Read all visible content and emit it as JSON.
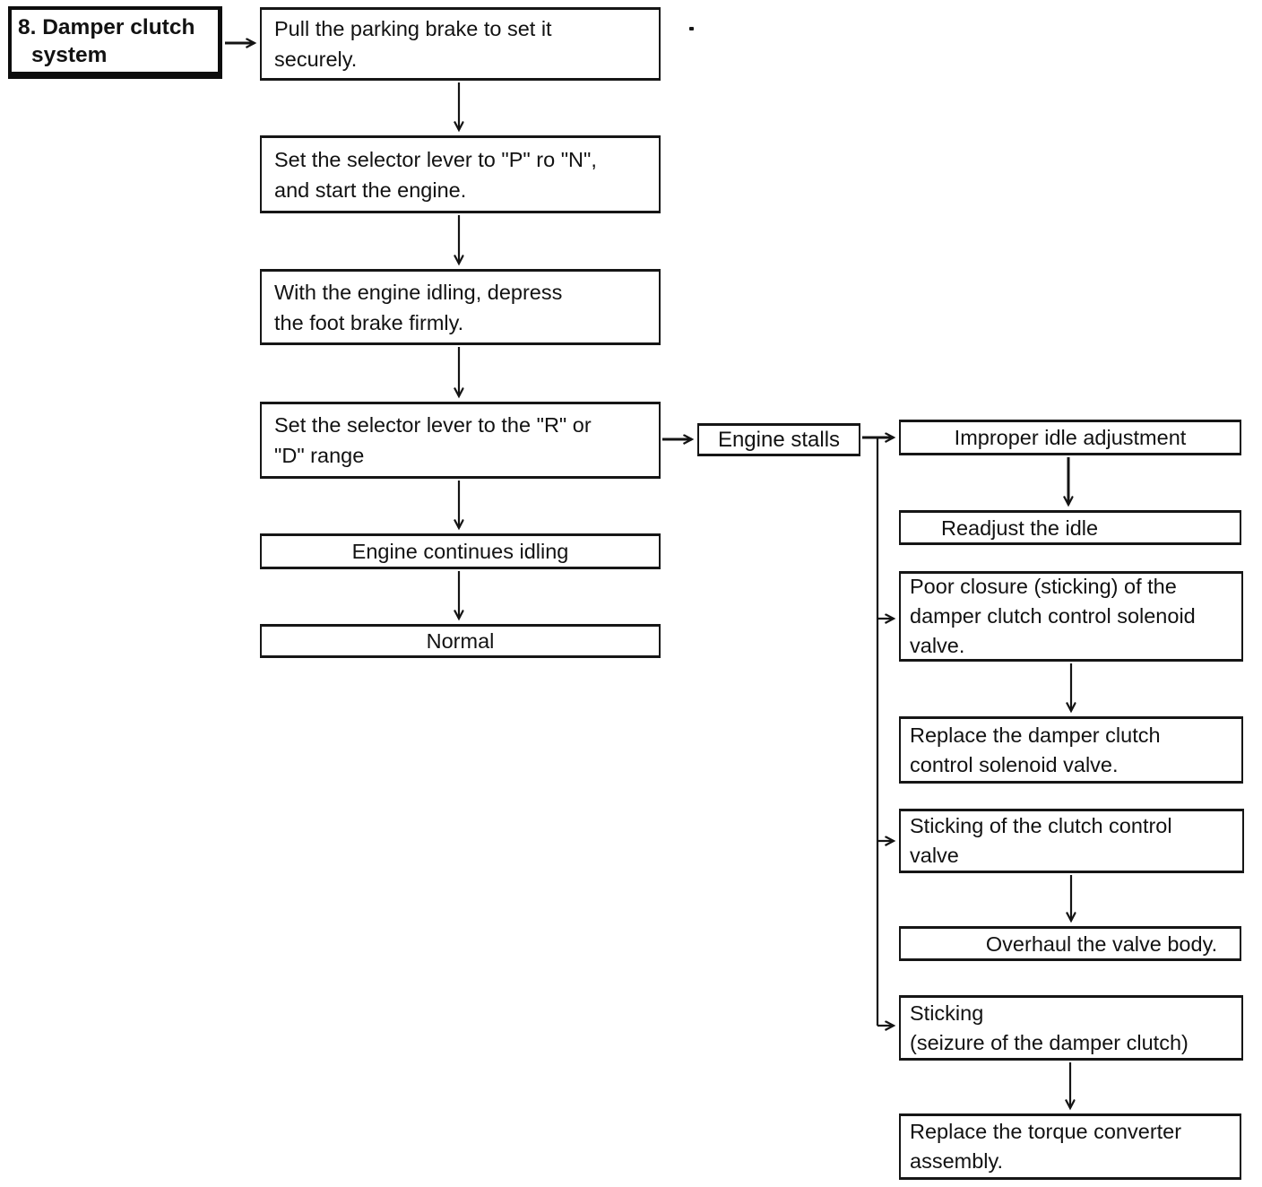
{
  "ink_color": "#141414",
  "diagram": {
    "title": {
      "lines": [
        "8. Damper clutch",
        "system"
      ]
    },
    "nodes": {
      "parking_brake": {
        "lines": [
          "Pull the parking brake to set it",
          "securely."
        ]
      },
      "selector_pn": {
        "lines": [
          "Set the selector lever to \"P\" ro \"N\",",
          "and start the engine."
        ]
      },
      "engine_idling": {
        "lines": [
          "With the engine idling, depress",
          "the foot brake firmly."
        ]
      },
      "selector_rd": {
        "lines": [
          "Set the selector lever to the \"R\" or",
          "\"D\" range"
        ]
      },
      "engine_continues": {
        "text": "Engine continues idling"
      },
      "normal": {
        "text": "Normal"
      },
      "engine_stalls": {
        "text": "Engine stalls"
      },
      "improper_idle": {
        "text": "Improper idle adjustment"
      },
      "readjust_idle": {
        "text": "Readjust the idle"
      },
      "poor_closure": {
        "lines": [
          "Poor closure (sticking) of the",
          "damper clutch control solenoid",
          "valve."
        ]
      },
      "replace_solenoid": {
        "lines": [
          "Replace the damper clutch",
          "control solenoid valve."
        ]
      },
      "sticking_control_valve": {
        "lines": [
          "Sticking of the clutch control",
          "valve"
        ]
      },
      "overhaul_valve_body": {
        "text": "Overhaul the valve body."
      },
      "sticking_seizure": {
        "lines": [
          "Sticking",
          "(seizure of the damper clutch)"
        ]
      },
      "replace_torque_converter": {
        "lines": [
          "Replace the torque converter",
          "assembly."
        ]
      }
    }
  }
}
